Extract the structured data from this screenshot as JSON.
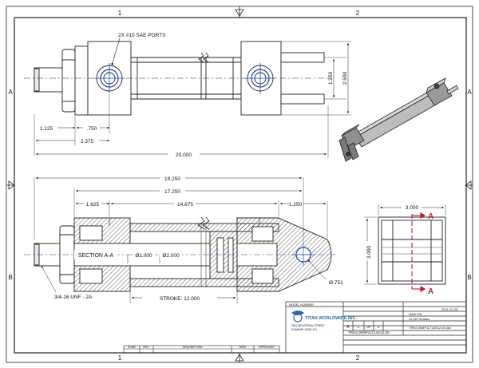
{
  "sheet": {
    "zones_top": [
      "1",
      "2"
    ],
    "zones_bottom": [
      "1",
      "2"
    ],
    "rows_left": [
      "A",
      "B"
    ],
    "rows_right": [
      "A",
      "B"
    ]
  },
  "top_view": {
    "ports_note": "2X #10 SAE PORTS",
    "dims": {
      "d1125": "1.125",
      "d750": ".750",
      "d2375": "2.375",
      "d20000": "20.000",
      "d1250": "1.250",
      "d2500": "2.500"
    }
  },
  "section_view": {
    "label": "SECTION A-A",
    "dims": {
      "d19250": "19.250",
      "d17250": "17.250",
      "d1625": "1.625",
      "d14875": "14.875",
      "d1250": "1.250",
      "dia1000": "Ø1.000",
      "dia2000": "Ø2.000",
      "dia751": "Ø.751",
      "thread": "3/4-16 UNF - 2A",
      "stroke": "STROKE: 12.000"
    }
  },
  "end_view": {
    "dim_w": "3.000",
    "dim_h": "3.000",
    "marker": "A"
  },
  "title_block": {
    "model_number_label": "MODEL NUMBER",
    "company": "TITAN WORLDWIDE INC.",
    "company_lines": [
      "2611 INDUSTRIAL STREET",
      "CHANNEL VIEW, OH"
    ],
    "date": "2011-12-05",
    "pressure": "3000 PSI",
    "weight": "22.087 lbmass",
    "size": "A",
    "sheet_no": "1",
    "of_label": "OF",
    "sheet_total": "1",
    "drawing_name": "TRH2.00MP1LT14X12.00.idw",
    "model": "TRH2.00MP1LT14X12.00"
  },
  "revision_block": {
    "headers": [
      "ZONE",
      "REV",
      "DESCRIPTION",
      "DATE",
      "APPROVED"
    ]
  }
}
